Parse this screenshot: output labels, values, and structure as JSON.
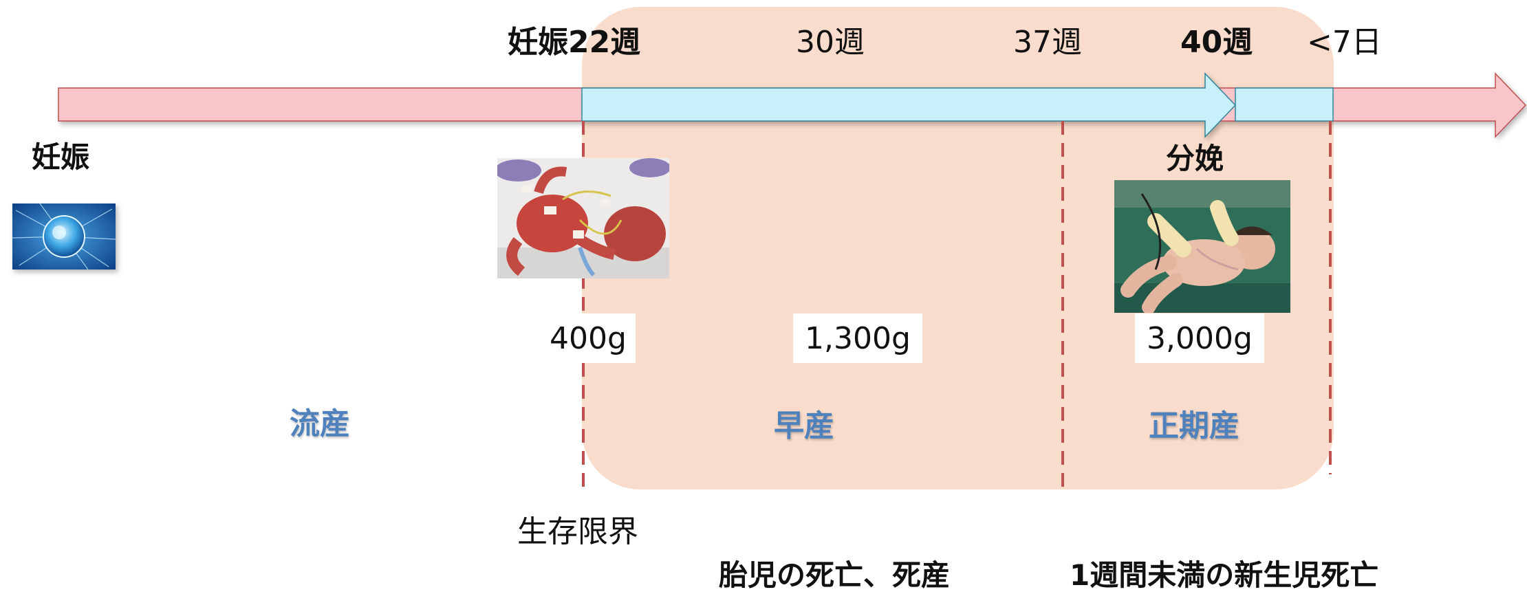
{
  "markers": {
    "week22": "妊娠22週",
    "week30": "30週",
    "week37": "37週",
    "week40": "40週",
    "day7": "<7日"
  },
  "events": {
    "pregnancy": "妊娠",
    "delivery": "分娩"
  },
  "weights": {
    "w400": "400g",
    "w1300": "1,300g",
    "w3000": "3,000g"
  },
  "periods": {
    "miscarriage": "流産",
    "preterm": "早産",
    "term": "正期産"
  },
  "notes": {
    "viability_limit": "生存限界",
    "fetal_death": "胎児の死亡、死産",
    "neonatal_death": "1週間未満の新生児死亡"
  },
  "colors": {
    "red_arrow": "#f9c5c9",
    "blue_arrow": "#c8f0fb",
    "shaded_region": "#f9dccb",
    "dashed_line": "#c0504d",
    "period_text": "#4f81bd"
  },
  "images": {
    "cell": "egg-cell-image",
    "premature": "premature-infant-image",
    "newborn": "newborn-baby-image"
  }
}
